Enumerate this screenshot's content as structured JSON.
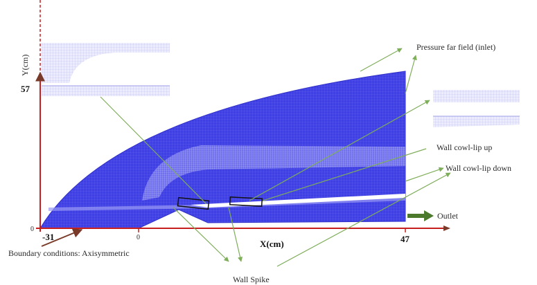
{
  "axes": {
    "y_label": "Y(cm)",
    "x_label": "X(cm)",
    "y_tick_max": "57",
    "y_tick_zero": "0",
    "x_tick_min": "-31",
    "x_tick_zero": "0",
    "x_tick_max": "47"
  },
  "labels": {
    "pressure_far_field": "Pressure far field (inlet)",
    "wall_cowl_lip_up": "Wall cowl-lip up",
    "wall_cowl_lip_down": "Wall cowl-lip down",
    "outlet": "Outlet",
    "boundary_conditions": "Boundary conditions: Axisymmetric",
    "wall_spike": "Wall Spike"
  },
  "colors": {
    "mesh": "#3f3fe6",
    "mesh_light": "#8f8ff2",
    "axis_red": "#c61e1e",
    "arrow_green": "#7fae5a",
    "outlet_arrow": "#4c7a2c"
  }
}
